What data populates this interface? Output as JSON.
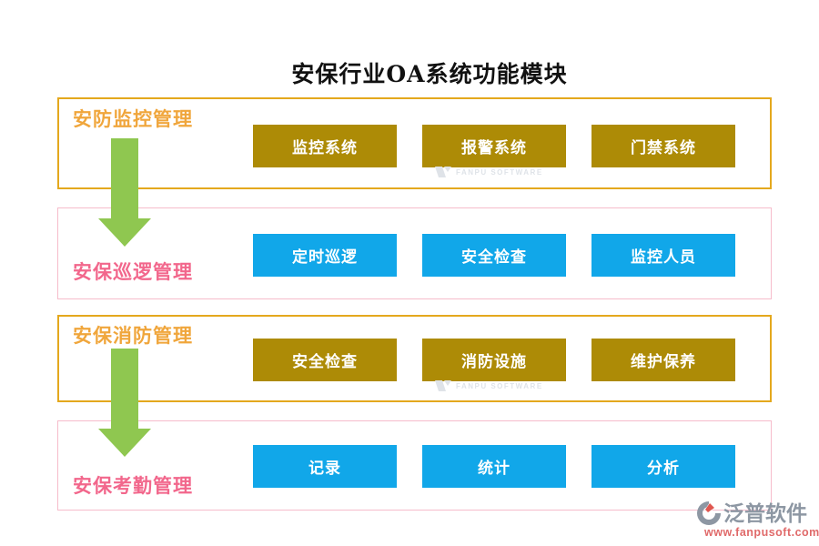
{
  "title": "安保行业OA系统功能模块",
  "sections": [
    {
      "id": "security-monitoring",
      "label": "安防监控管理",
      "theme": "gold",
      "buttons": [
        "监控系统",
        "报警系统",
        "门禁系统"
      ]
    },
    {
      "id": "security-patrol",
      "label": "安保巡逻管理",
      "theme": "pink-blue",
      "buttons": [
        "定时巡逻",
        "安全检查",
        "监控人员"
      ]
    },
    {
      "id": "security-fire",
      "label": "安保消防管理",
      "theme": "gold",
      "buttons": [
        "安全检查",
        "消防设施",
        "维护保养"
      ]
    },
    {
      "id": "security-attendance",
      "label": "安保考勤管理",
      "theme": "pink-blue",
      "buttons": [
        "记录",
        "统计",
        "分析"
      ]
    }
  ],
  "watermark": {
    "text": "FANPU SOFTWARE"
  },
  "footer_logo": {
    "name": "泛普软件",
    "url": "www.fanpusoft.com"
  },
  "colors": {
    "title_color": "#111111",
    "gold_border": "#e4a81d",
    "gold_label": "#f0a63c",
    "gold_button": "#ad8b06",
    "pink_border": "#f6bccb",
    "pink_label": "#f2678c",
    "blue_button": "#11a7e9",
    "button_text": "#ffffff",
    "arrow_green": "#8fc750",
    "watermark_gray": "#dfe3e8",
    "logo_gray": "#8d97a3",
    "logo_red": "#e06a6a"
  }
}
